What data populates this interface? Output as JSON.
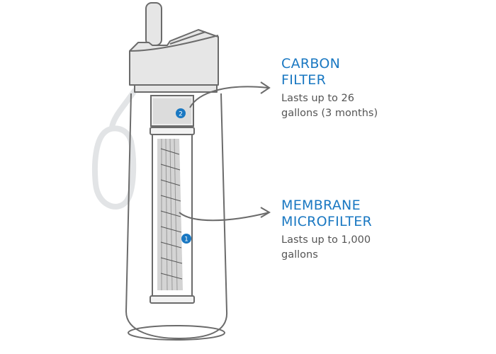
{
  "colors": {
    "accent": "#1a78c2",
    "outline": "#6b6b6b",
    "light_fill": "#e9e9e9",
    "text": "#555555"
  },
  "callouts": [
    {
      "number": "2",
      "title_line1": "CARBON",
      "title_line2": "FILTER",
      "desc_line1": "Lasts up to 26",
      "desc_line2": "gallons (3 months)"
    },
    {
      "number": "1",
      "title_line1": "MEMBRANE",
      "title_line2": "MICROFILTER",
      "desc_line1": "Lasts up to 1,000",
      "desc_line2": "gallons"
    }
  ],
  "icons": {
    "badge_icon": "numbered-circle",
    "arrow_icon": "curved-arrow"
  }
}
